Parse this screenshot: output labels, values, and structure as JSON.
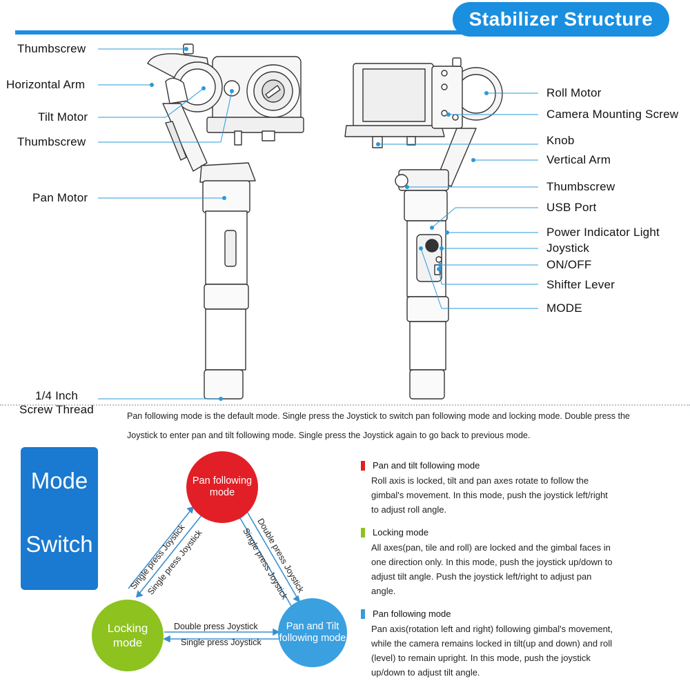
{
  "header": {
    "title": "Stabilizer Structure"
  },
  "left_labels": {
    "thumbscrew_top": "Thumbscrew",
    "horizontal_arm": "Horizontal Arm",
    "tilt_motor": "Tilt Motor",
    "thumbscrew_mid": "Thumbscrew",
    "pan_motor": "Pan Motor",
    "thread_line1": "1/4 Inch",
    "thread_line2": "Screw Thread"
  },
  "right_labels": {
    "roll_motor": "Roll Motor",
    "camera_mounting_screw": "Camera Mounting Screw",
    "knob": "Knob",
    "vertical_arm": "Vertical Arm",
    "thumbscrew": "Thumbscrew",
    "usb_port": "USB Port",
    "power_indicator": "Power Indicator Light",
    "joystick": "Joystick",
    "on_off": "ON/OFF",
    "shifter_lever": "Shifter Lever",
    "mode": "MODE"
  },
  "intro": {
    "line1": "Pan following mode is the default mode. Single press the Joystick to switch pan following mode and locking mode. Double press the",
    "line2": "Joystick to enter pan and tilt following mode. Single press the Joystick again to go back to previous mode."
  },
  "mode_box": {
    "line1": "Mode",
    "line2": "Switch"
  },
  "diagram": {
    "pan_following": {
      "line1": "Pan following",
      "line2": "mode"
    },
    "locking": {
      "line1": "Locking",
      "line2": "mode"
    },
    "pan_tilt": {
      "line1": "Pan and Tilt",
      "line2": "following mode"
    },
    "edge_left_outer": "Single press Joystick",
    "edge_left_inner": "Single press Joystick",
    "edge_right_outer": "Double press Joystick",
    "edge_right_inner": "Single press Joystick",
    "edge_bottom_top": "Double press Joystick",
    "edge_bottom_bottom": "Single press Joystick"
  },
  "sections": [
    {
      "color": "#e02020",
      "title": "Pan and tilt following mode",
      "lines": [
        "Roll axis is locked, tilt and pan axes rotate to follow the",
        "gimbal's movement. In this mode, push the joystick left/right",
        "to adjust roll angle."
      ]
    },
    {
      "color": "#8dc21f",
      "title": "Locking mode",
      "lines": [
        "All axes(pan, tile and roll) are locked and the gimbal faces in",
        "one direction only. In this mode, push the joystick up/down to",
        "adjust tilt angle. Push the joystick left/right to adjust pan",
        "angle."
      ]
    },
    {
      "color": "#3a9ad9",
      "title": "Pan following mode",
      "lines": [
        "Pan axis(rotation left and right) following gimbal's movement,",
        "while the camera remains locked in tilt(up and down) and roll",
        "(level) to remain upright. In this mode, push the joystick",
        "up/down to adjust tilt angle."
      ]
    }
  ],
  "colors": {
    "accent": "#1a8fe0",
    "pan_circle": "#e21f26",
    "locking_circle": "#8dc21f",
    "pan_tilt_circle": "#3aa0e0"
  }
}
